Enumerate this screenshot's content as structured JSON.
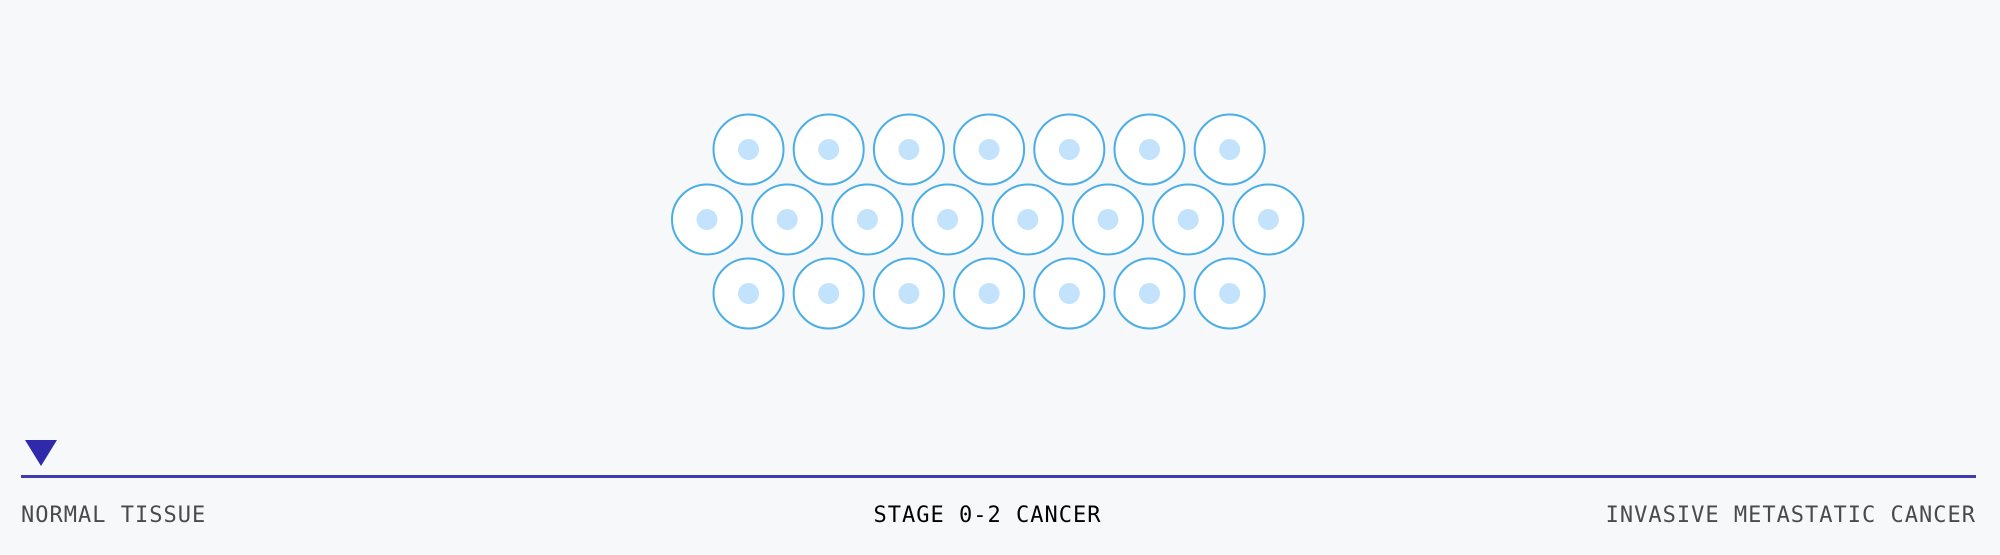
{
  "colors": {
    "background": "#f7f8fa",
    "cell_membrane": "#4aaee6",
    "cell_fill": "#ffffff",
    "nucleus": "#c2e3fb",
    "timeline": "#3d3db0",
    "marker": "#2e2aab",
    "active_label": "#000000",
    "inactive_label": "#4a4a4a"
  },
  "cells": {
    "rows": [
      {
        "count": 7
      },
      {
        "count": 8
      },
      {
        "count": 7
      }
    ]
  },
  "timeline": {
    "marker_icon": "triangle-down-icon",
    "stages": {
      "left": "NORMAL TISSUE",
      "center": "STAGE 0-2 CANCER",
      "right": "INVASIVE METASTATIC CANCER"
    }
  }
}
